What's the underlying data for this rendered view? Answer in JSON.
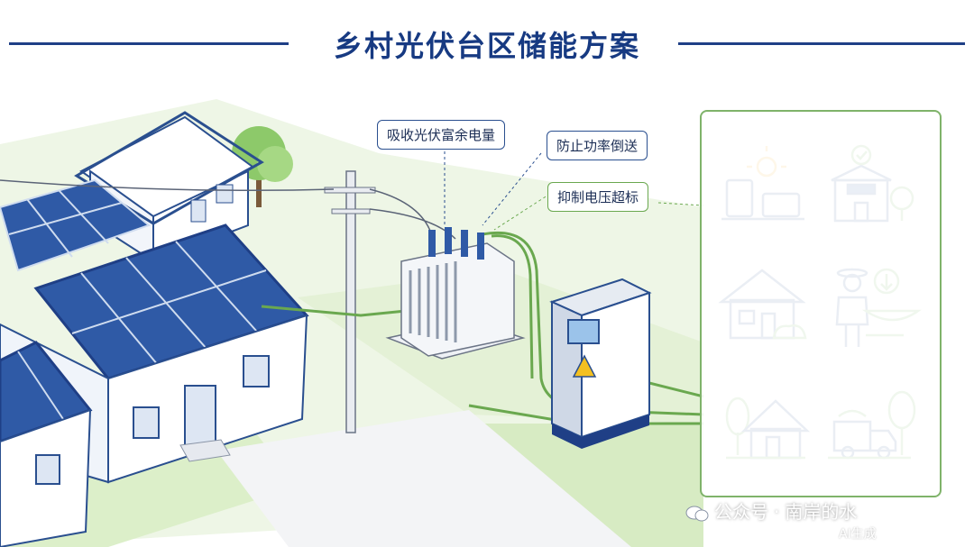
{
  "title": "乡村光伏台区储能方案",
  "callouts": {
    "absorb": "吸收光伏富余电量",
    "reverse": "防止功率倒送",
    "voltage": "抑制电压超标"
  },
  "watermark": {
    "brand": "公众号",
    "separator": "·",
    "author": "南岸的水",
    "sub": "AI生成"
  },
  "icons": [
    "solar-storage-icon",
    "eco-house-icon",
    "house-icon",
    "farmer-harvest-icon",
    "village-house-icon",
    "farm-truck-icon"
  ],
  "colors": {
    "navy": "#1f3f86",
    "green": "#6aa84f",
    "panel_blue": "#2f5aa6"
  }
}
